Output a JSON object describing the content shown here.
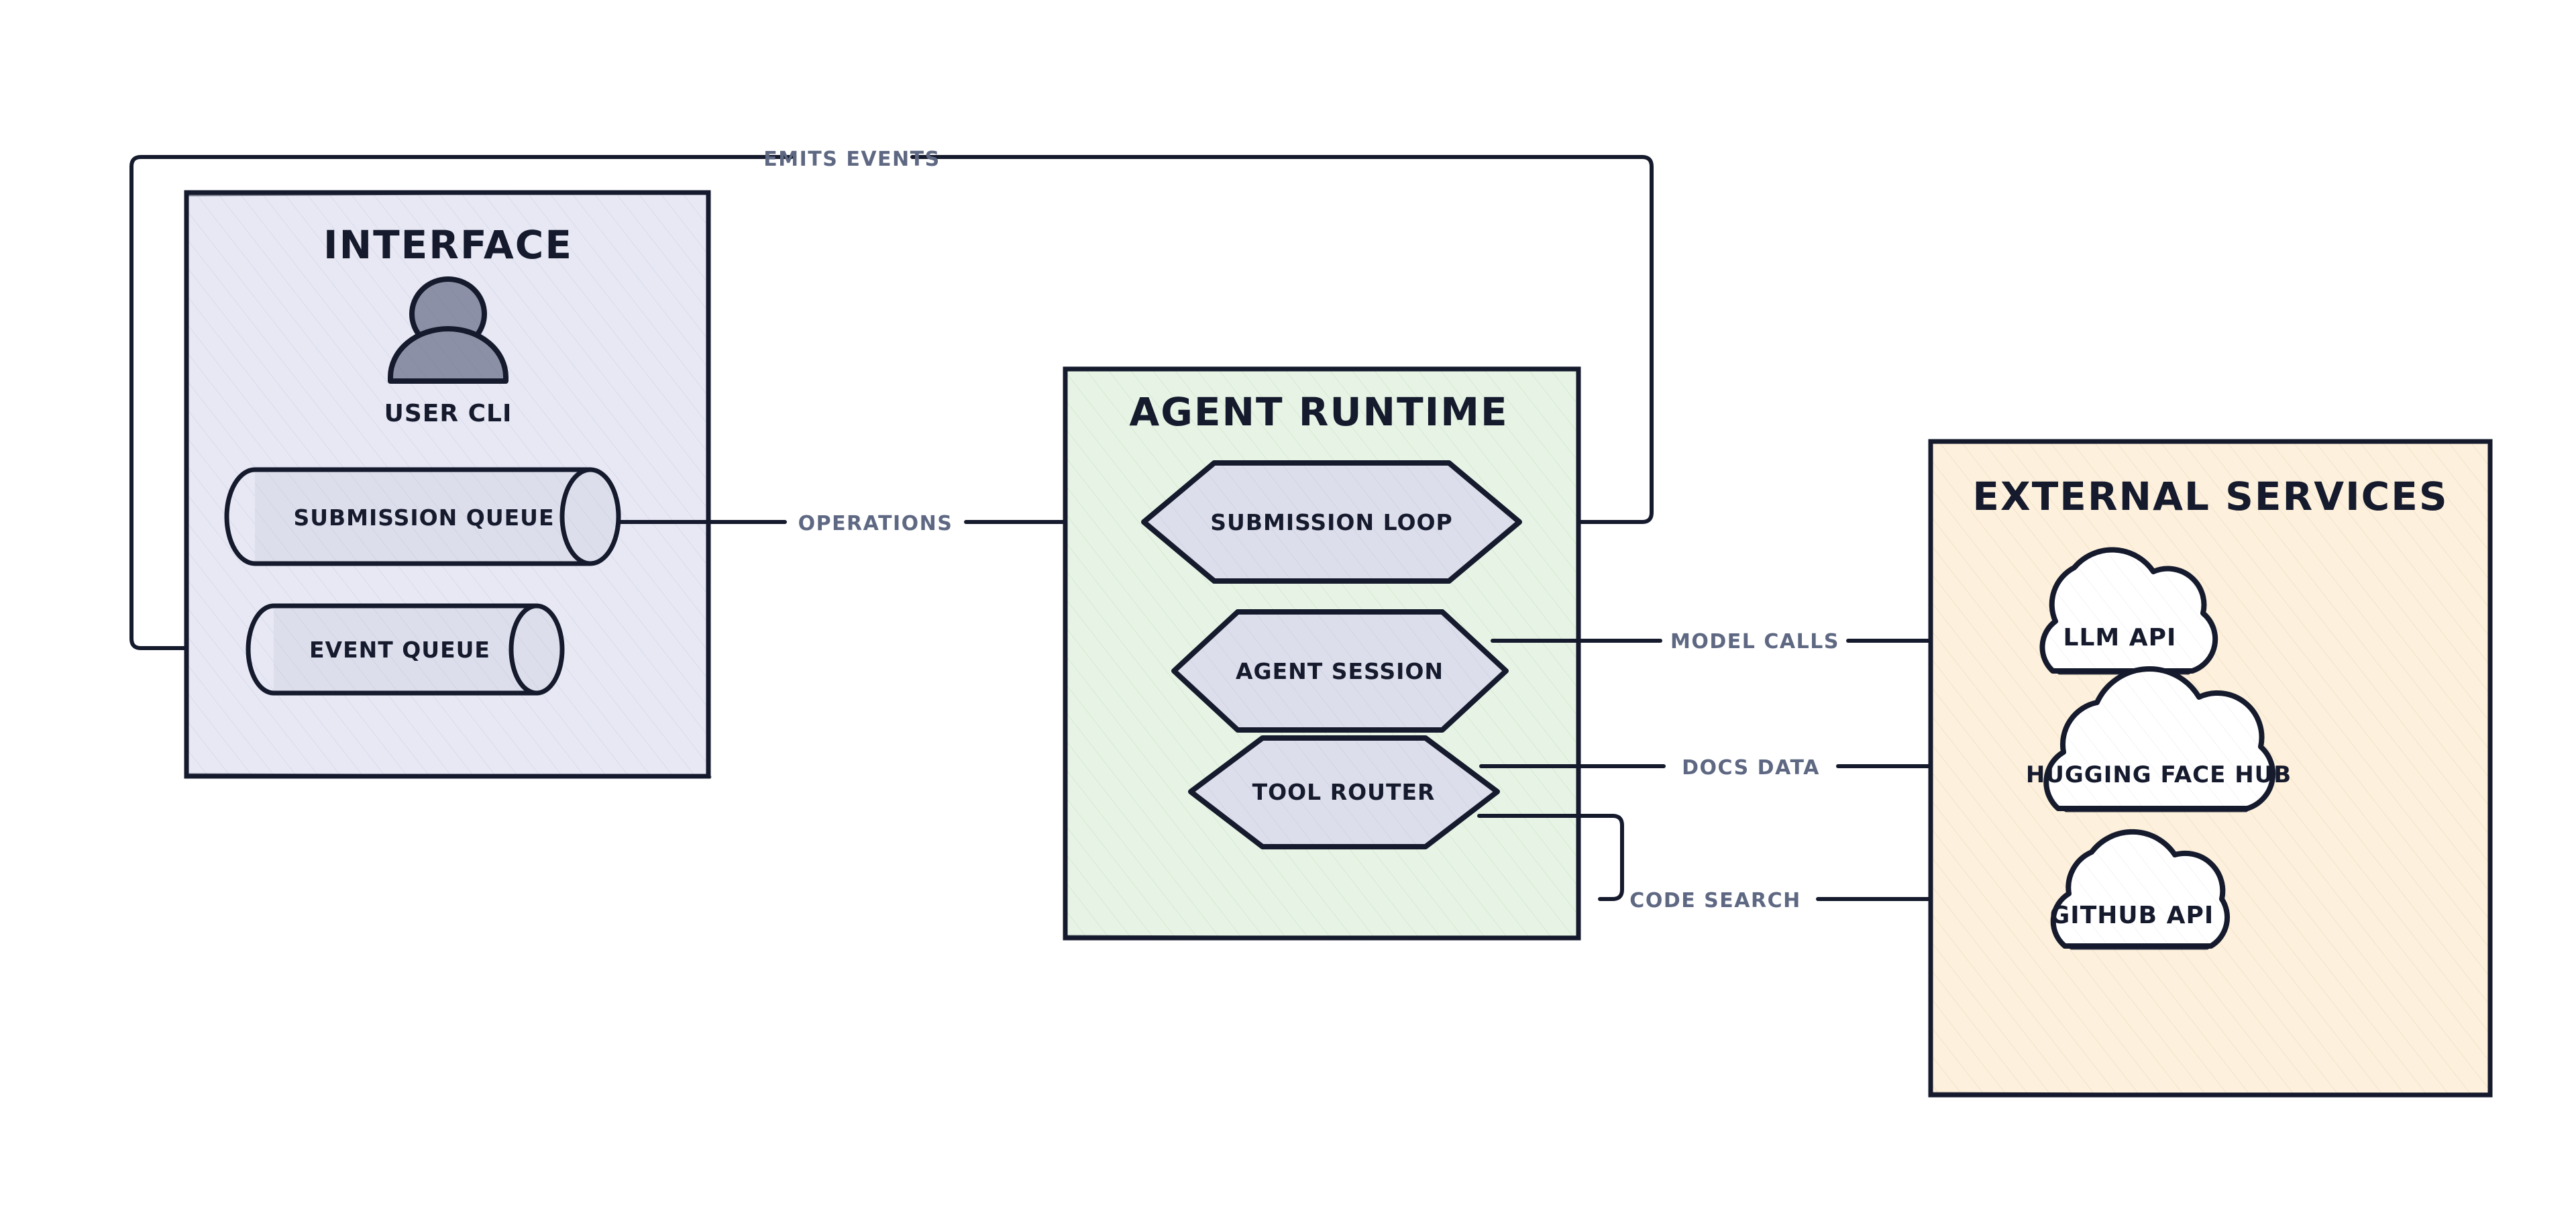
{
  "diagram": {
    "kind": "architecture-flow-diagram",
    "style": "hand-drawn-sketch",
    "background_color": "#FFFFFF",
    "stroke_color": "#151A2D",
    "edge_label_color": "#5E6882"
  },
  "groups": [
    {
      "id": "interface",
      "title": "Interface",
      "fill_color": "#E7E8F4",
      "border_color": "#151A2D",
      "nodes": [
        {
          "id": "user-cli",
          "label": "User CLI",
          "shape": "actor",
          "fill_color": "#8B90A6"
        },
        {
          "id": "submission-queue",
          "label": "Submission Queue",
          "shape": "cylinder",
          "fill_color": "#DDDEEB"
        },
        {
          "id": "event-queue",
          "label": "Event Queue",
          "shape": "cylinder",
          "fill_color": "#DDDEEB"
        }
      ]
    },
    {
      "id": "agent-runtime",
      "title": "Agent Runtime",
      "fill_color": "#E7F4E5",
      "border_color": "#151A2D",
      "nodes": [
        {
          "id": "submission-loop",
          "label": "Submission Loop",
          "shape": "hexagon",
          "fill_color": "#DDDEEB"
        },
        {
          "id": "agent-session",
          "label": "Agent Session",
          "shape": "hexagon",
          "fill_color": "#DDDEEB"
        },
        {
          "id": "tool-router",
          "label": "Tool Router",
          "shape": "hexagon",
          "fill_color": "#DDDEEB"
        }
      ]
    },
    {
      "id": "external-services",
      "title": "External Services",
      "fill_color": "#FDF0DC",
      "border_color": "#151A2D",
      "nodes": [
        {
          "id": "llm-api",
          "label": "LLM API",
          "shape": "cloud",
          "fill_color": "#FFFFFF"
        },
        {
          "id": "hugging-face-hub",
          "label": "Hugging Face Hub",
          "shape": "cloud",
          "fill_color": "#FFFFFF"
        },
        {
          "id": "github-api",
          "label": "GitHub API",
          "shape": "cloud",
          "fill_color": "#FFFFFF"
        }
      ]
    }
  ],
  "edges": [
    {
      "id": "edge-operations",
      "label": "Operations",
      "from": "submission-queue",
      "to": "submission-loop",
      "arrow": true
    },
    {
      "id": "edge-emits-events",
      "label": "Emits Events",
      "from": "submission-loop",
      "to": "event-queue",
      "arrow": true
    },
    {
      "id": "edge-model-calls",
      "label": "Model Calls",
      "from": "agent-session",
      "to": "llm-api",
      "arrow": true
    },
    {
      "id": "edge-docs-data",
      "label": "Docs Data",
      "from": "tool-router",
      "to": "hugging-face-hub",
      "arrow": true
    },
    {
      "id": "edge-code-search",
      "label": "Code Search",
      "from": "tool-router",
      "to": "github-api",
      "arrow": true
    }
  ]
}
